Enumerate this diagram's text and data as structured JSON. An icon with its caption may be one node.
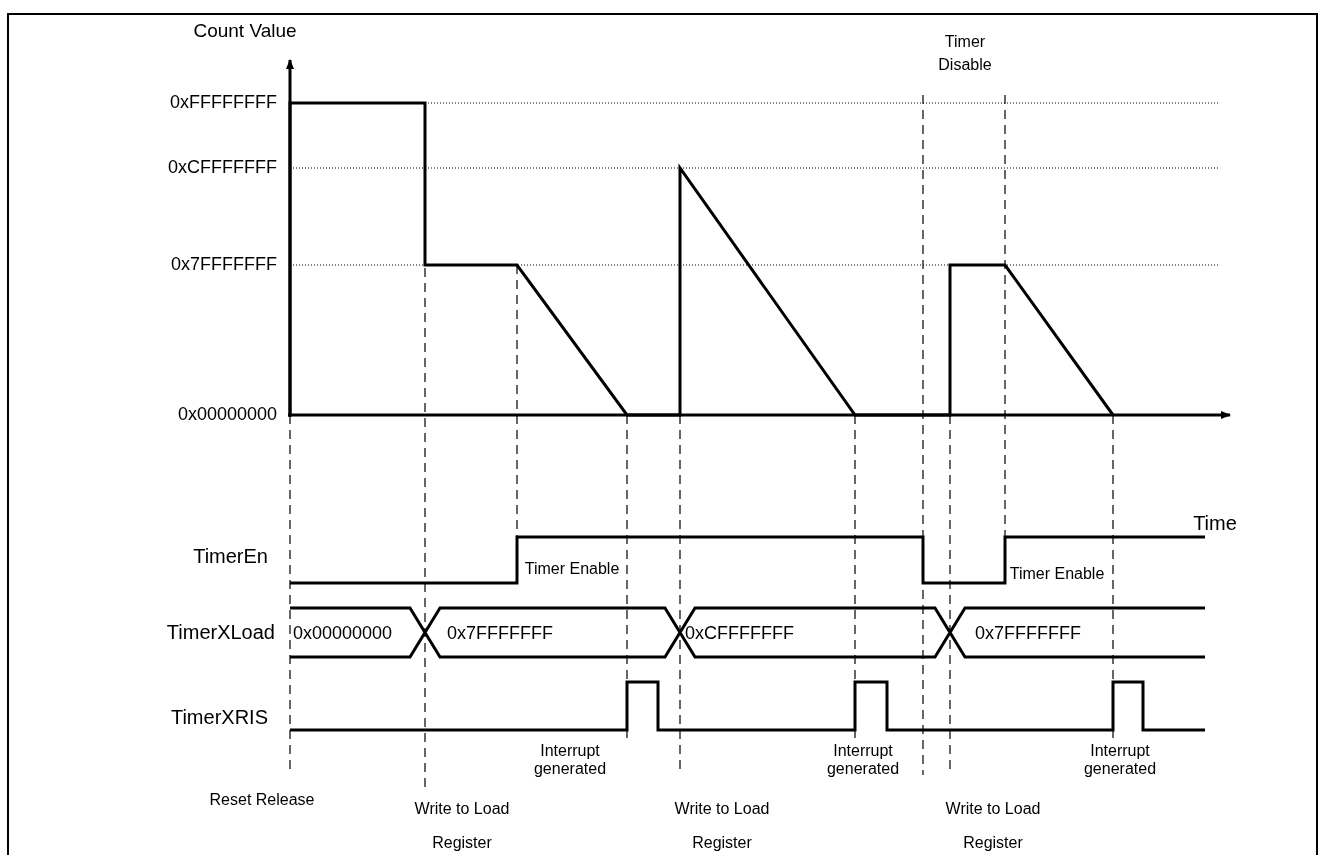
{
  "diagram": {
    "labels": [
      "Count Value",
      "Timer Disable",
      "0xFFFFFFFF",
      "0xCFFFFFFF",
      "0x7FFFFFFF",
      "0x00000000",
      "Time",
      "TimerEn",
      "Timer Enable",
      "Timer Enable",
      "TimerXLoad",
      "0x00000000",
      "0x7FFFFFFF",
      "0xCFFFFFFF",
      "0x7FFFFFFF",
      "TimerXRIS",
      "Interrupt generated",
      "Interrupt generated",
      "Interrupt generated",
      "Reset Release",
      "Write to Load Register",
      "Write to Load Register",
      "Write to Load Register"
    ]
  }
}
